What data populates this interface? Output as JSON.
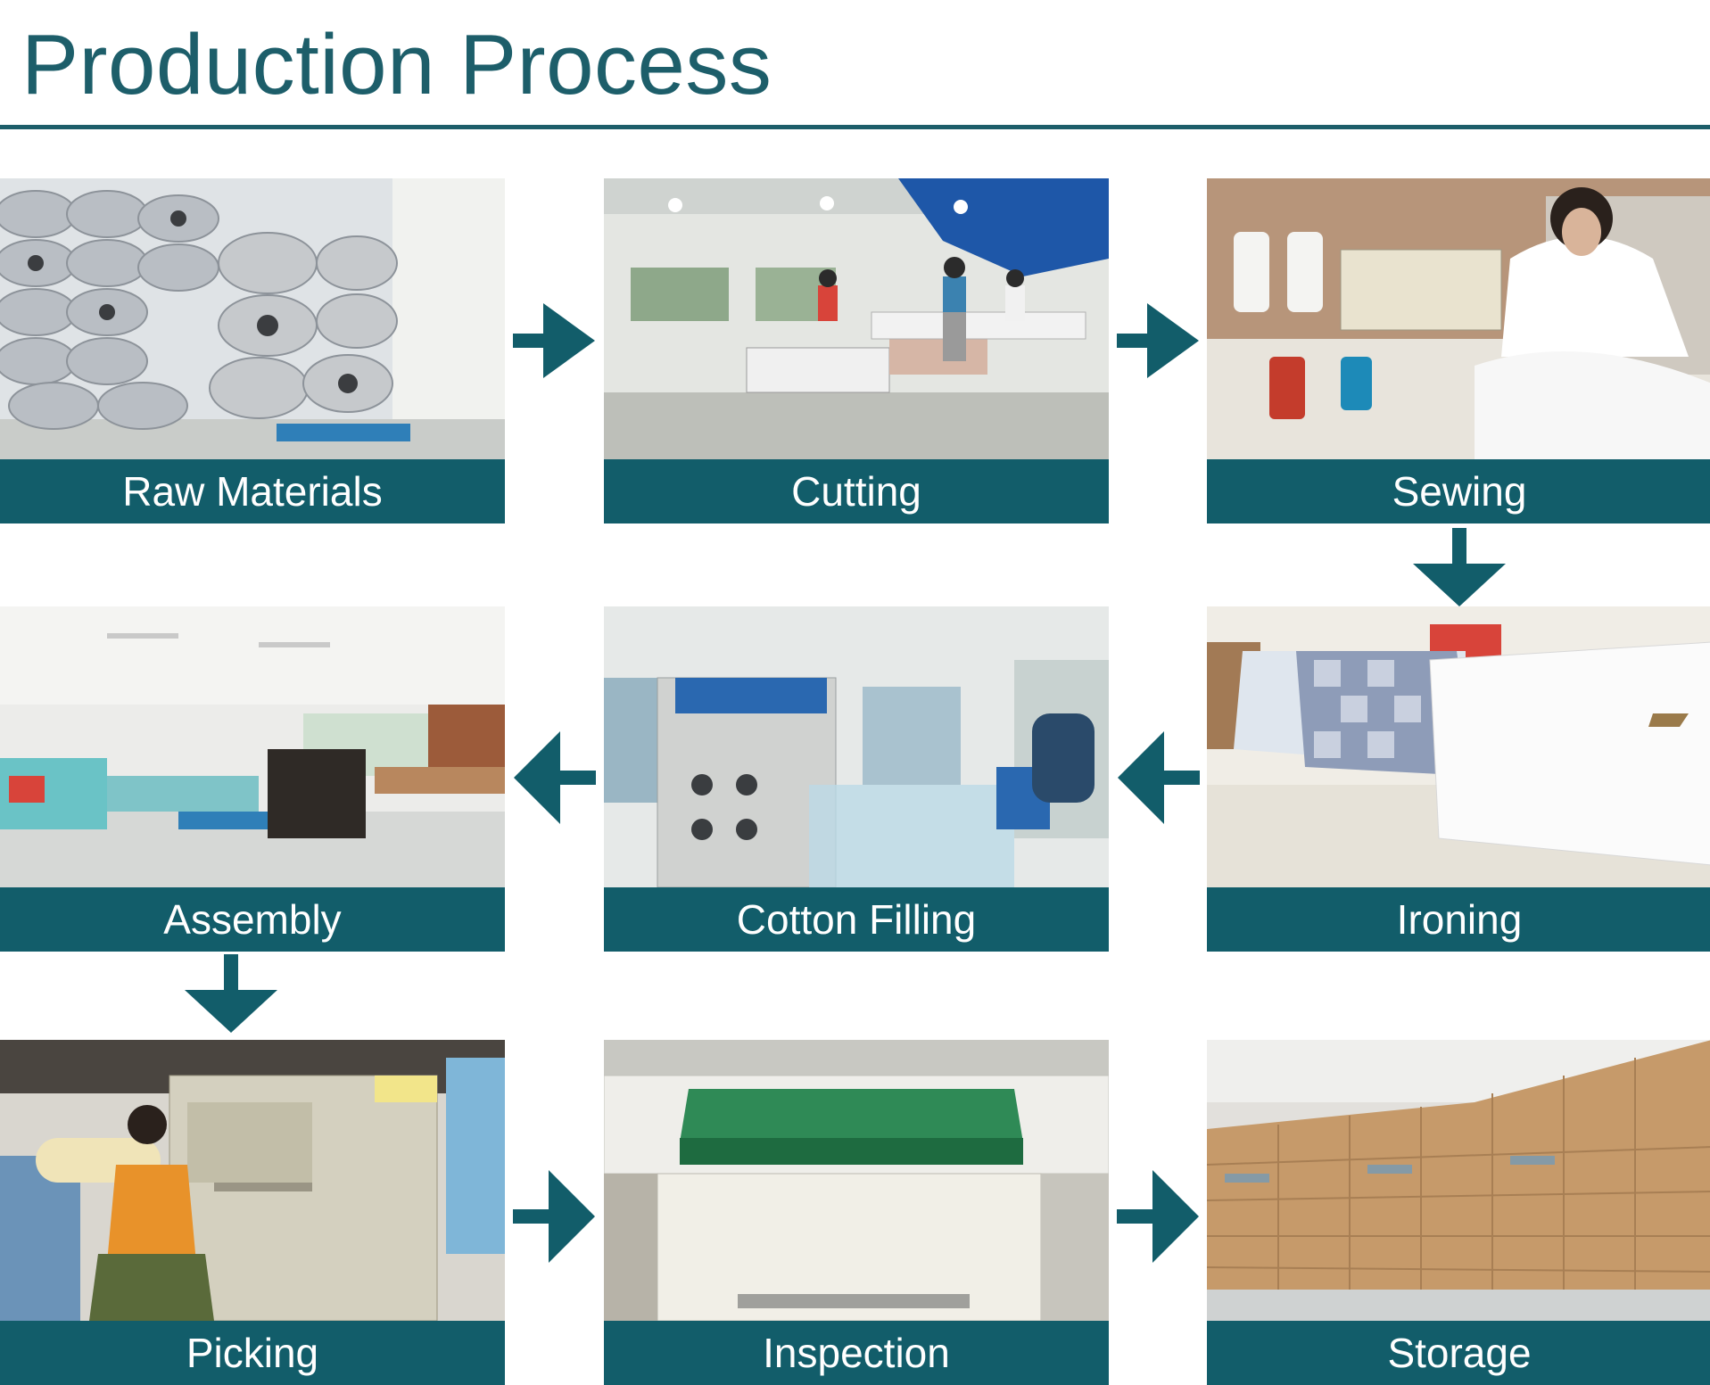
{
  "title": "Production Process",
  "colors": {
    "accent": "#125d6a",
    "title": "#1d5e6a"
  },
  "steps": [
    {
      "label": "Raw Materials"
    },
    {
      "label": "Cutting"
    },
    {
      "label": "Sewing"
    },
    {
      "label": "Ironing"
    },
    {
      "label": "Cotton Filling"
    },
    {
      "label": "Assembly"
    },
    {
      "label": "Picking"
    },
    {
      "label": "Inspection"
    },
    {
      "label": "Storage"
    }
  ],
  "arrows": [
    {
      "direction": "right",
      "from": "Raw Materials",
      "to": "Cutting"
    },
    {
      "direction": "right",
      "from": "Cutting",
      "to": "Sewing"
    },
    {
      "direction": "down",
      "from": "Sewing",
      "to": "Ironing"
    },
    {
      "direction": "left",
      "from": "Ironing",
      "to": "Cotton Filling"
    },
    {
      "direction": "left",
      "from": "Cotton Filling",
      "to": "Assembly"
    },
    {
      "direction": "down",
      "from": "Assembly",
      "to": "Picking"
    },
    {
      "direction": "right",
      "from": "Picking",
      "to": "Inspection"
    },
    {
      "direction": "right",
      "from": "Inspection",
      "to": "Storage"
    }
  ]
}
